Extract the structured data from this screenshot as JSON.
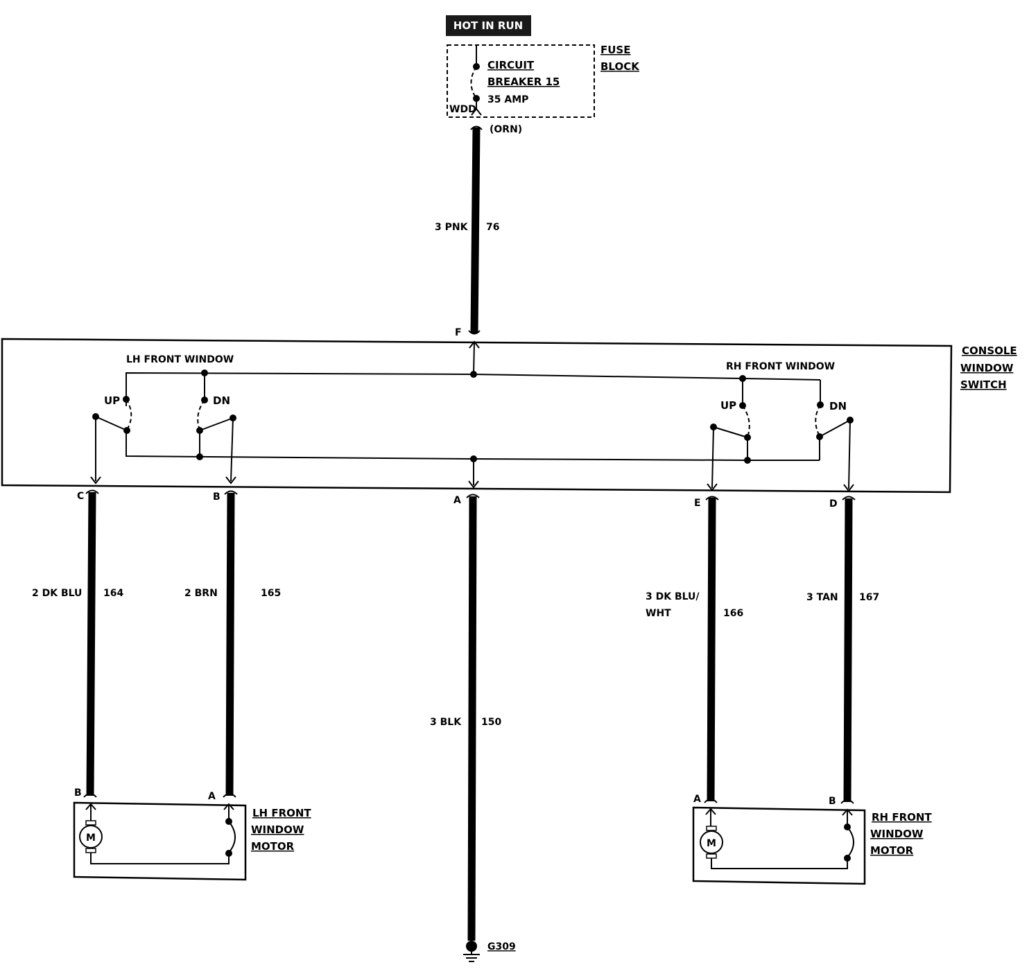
{
  "power": {
    "hot_label": "HOT IN RUN",
    "fuse_block_line1": "FUSE",
    "fuse_block_line2": "BLOCK",
    "breaker_line1": "CIRCUIT",
    "breaker_line2": "BREAKER 15",
    "breaker_rating": "35 AMP",
    "connector": "WDD",
    "connector_color": "(ORN)"
  },
  "feed_wire": {
    "gauge_color": "3 PNK",
    "circuit": "76"
  },
  "switch": {
    "title_line1": "CONSOLE",
    "title_line2": "WINDOW",
    "title_line3": "SWITCH",
    "lh_label": "LH FRONT WINDOW",
    "rh_label": "RH FRONT WINDOW",
    "up": "UP",
    "dn": "DN",
    "pins": {
      "f": "F",
      "c": "C",
      "b": "B",
      "a": "A",
      "e": "E",
      "d": "D"
    }
  },
  "wires": {
    "c": {
      "gauge_color": "2 DK BLU",
      "circuit": "164"
    },
    "b": {
      "gauge_color": "2 BRN",
      "circuit": "165"
    },
    "a": {
      "gauge_color": "3 BLK",
      "circuit": "150"
    },
    "e": {
      "gauge_color_line1": "3  DK BLU/",
      "gauge_color_line2": "WHT",
      "circuit": "166"
    },
    "d": {
      "gauge_color": "3 TAN",
      "circuit": "167"
    }
  },
  "lh_motor": {
    "line1": "LH FRONT",
    "line2": "WINDOW",
    "line3": "MOTOR",
    "pin_b": "B",
    "pin_a": "A",
    "symbol": "M"
  },
  "rh_motor": {
    "line1": "RH FRONT",
    "line2": "WINDOW",
    "line3": "MOTOR",
    "pin_a": "A",
    "pin_b": "B",
    "symbol": "M"
  },
  "ground": {
    "label": "G309"
  }
}
